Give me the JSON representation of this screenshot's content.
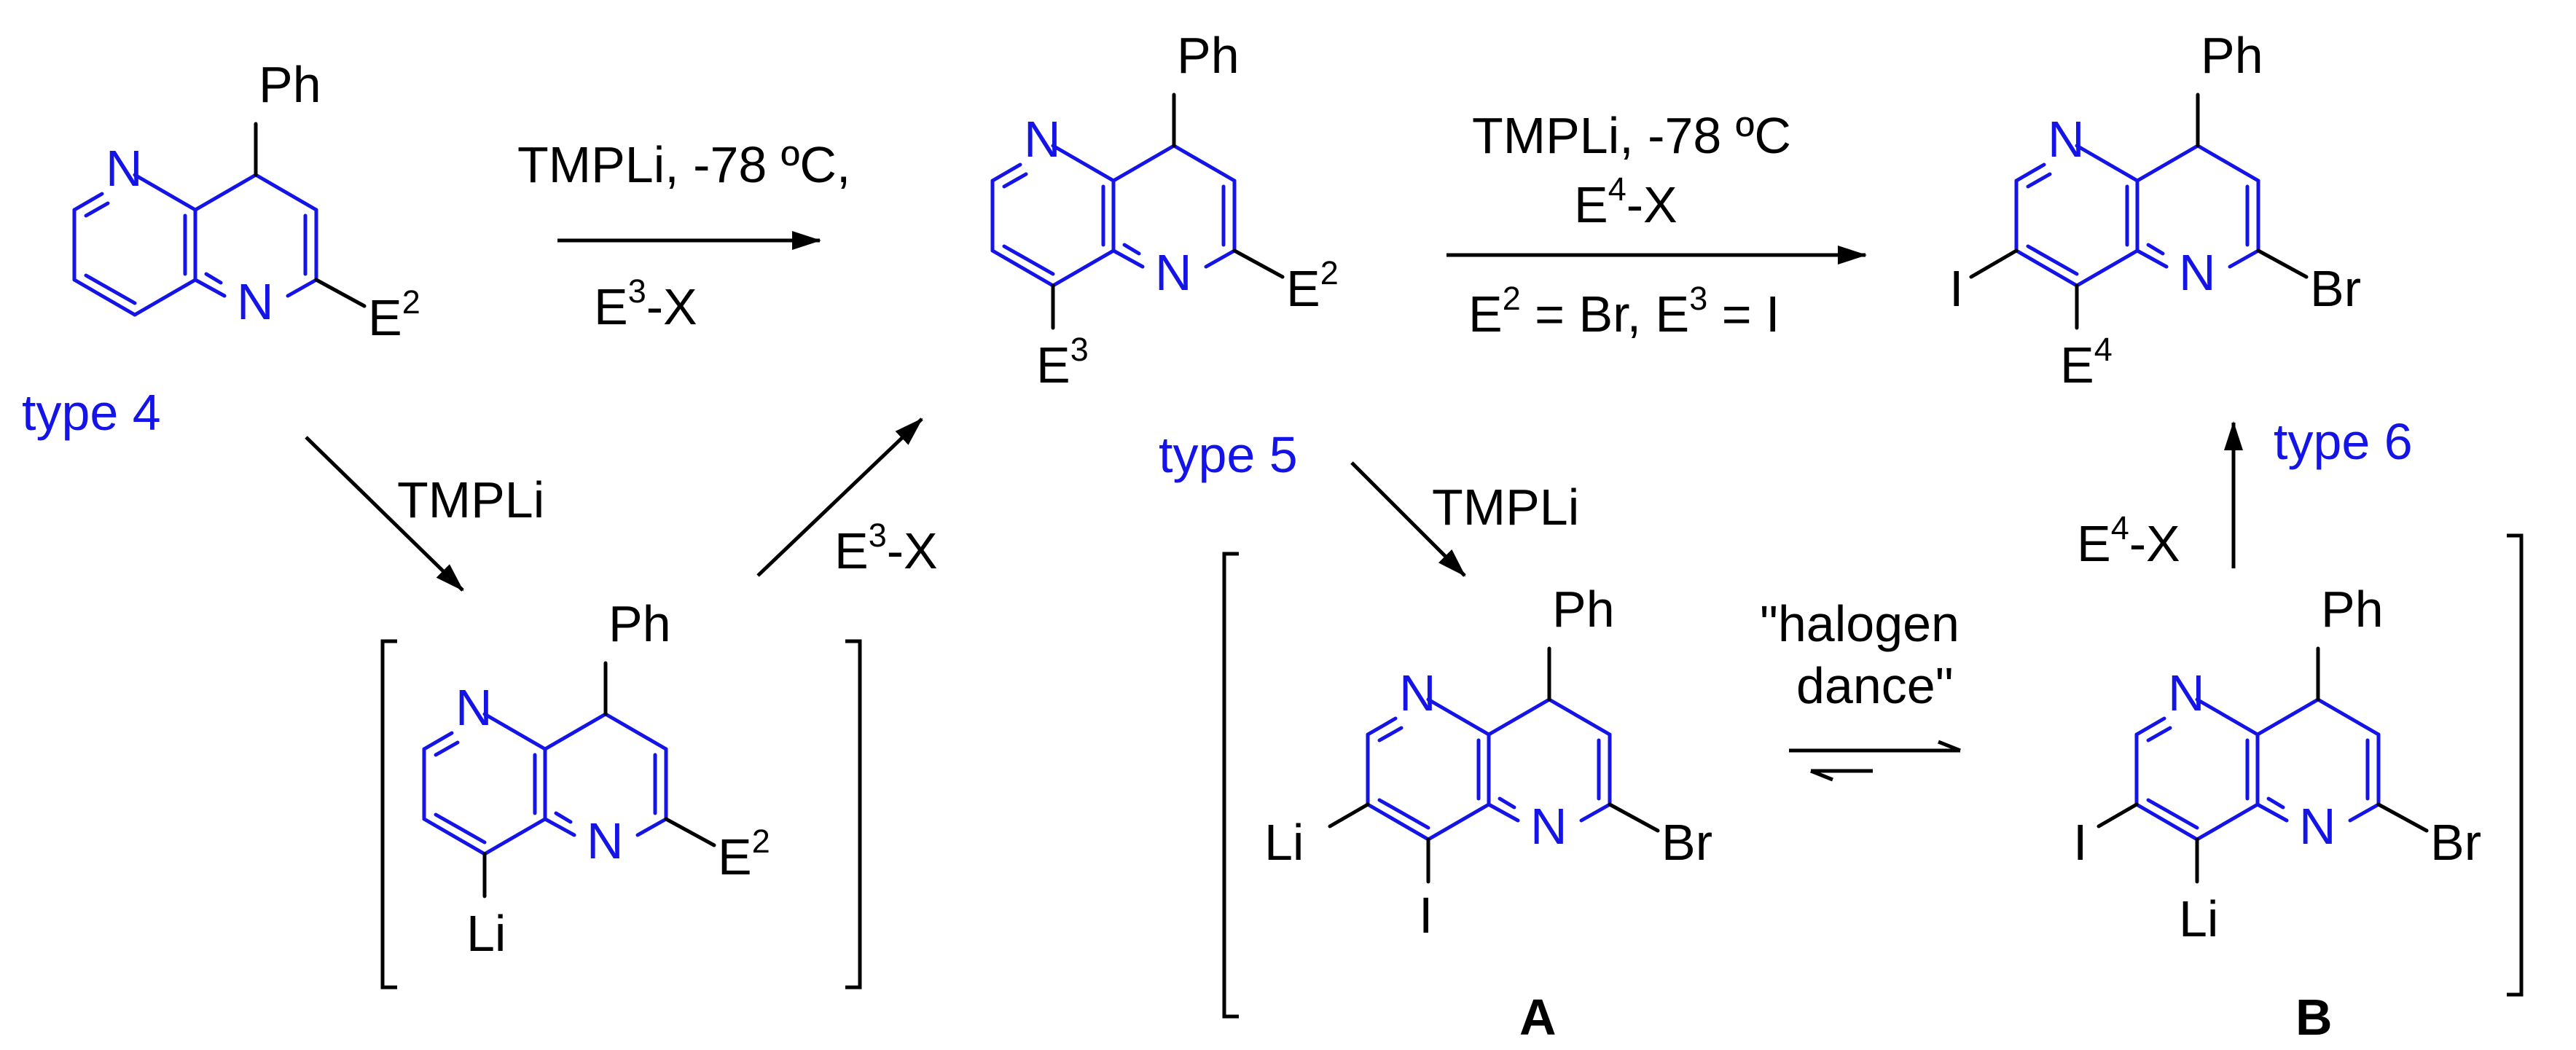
{
  "molecules": {
    "type4": {
      "ring_color": "#1414e6",
      "atoms": {
        "n_top": "N",
        "n_bottom": "N",
        "sub_top": "Ph",
        "sub_right": "E",
        "sub_right_sup": "2"
      },
      "caption": "type 4"
    },
    "li_int": {
      "atoms": {
        "n_top": "N",
        "n_bottom": "N",
        "sub_top": "Ph",
        "sub_right": "E",
        "sub_right_sup": "2",
        "sub_bottom": "Li"
      }
    },
    "type5": {
      "atoms": {
        "n_top": "N",
        "n_bottom": "N",
        "sub_top": "Ph",
        "sub_right": "E",
        "sub_right_sup": "2",
        "sub_bottom": "E",
        "sub_bottom_sup": "3"
      },
      "caption": "type 5"
    },
    "type6": {
      "atoms": {
        "n_top": "N",
        "n_bottom": "N",
        "sub_top": "Ph",
        "sub_right": "Br",
        "sub_left": "I",
        "sub_bottom": "E",
        "sub_bottom_sup": "4"
      },
      "caption": "type 6"
    },
    "A": {
      "atoms": {
        "n_top": "N",
        "n_bottom": "N",
        "sub_top": "Ph",
        "sub_right": "Br",
        "sub_left": "Li",
        "sub_bottom": "I"
      },
      "caption": "A"
    },
    "B": {
      "atoms": {
        "n_top": "N",
        "n_bottom": "N",
        "sub_top": "Ph",
        "sub_right": "Br",
        "sub_left": "I",
        "sub_bottom": "Li"
      },
      "caption": "B"
    }
  },
  "reagents": {
    "r1_line1": "TMPLi, -78 ºC,",
    "r1_line2_main": "E",
    "r1_line2_sup": "3",
    "r1_line2_tail": "-X",
    "r2_line1": "TMPLi, -78 ºC",
    "r2_line2_main": "E",
    "r2_line2_sup": "4",
    "r2_line2_tail": "-X",
    "r2_line3_a": "E",
    "r2_line3_a_sup": "2",
    "r2_line3_b": " = Br, E",
    "r2_line3_b_sup": "3",
    "r2_line3_c": " = I",
    "r3": "TMPLi",
    "r4_main": "E",
    "r4_sup": "3",
    "r4_tail": "-X",
    "r5": "TMPLi",
    "r6_line1": "\"halogen",
    "r6_line2": "dance\"",
    "r7_main": "E",
    "r7_sup": "4",
    "r7_tail": "-X"
  },
  "colors": {
    "scaffold": "#1414e6",
    "text": "#000000"
  }
}
